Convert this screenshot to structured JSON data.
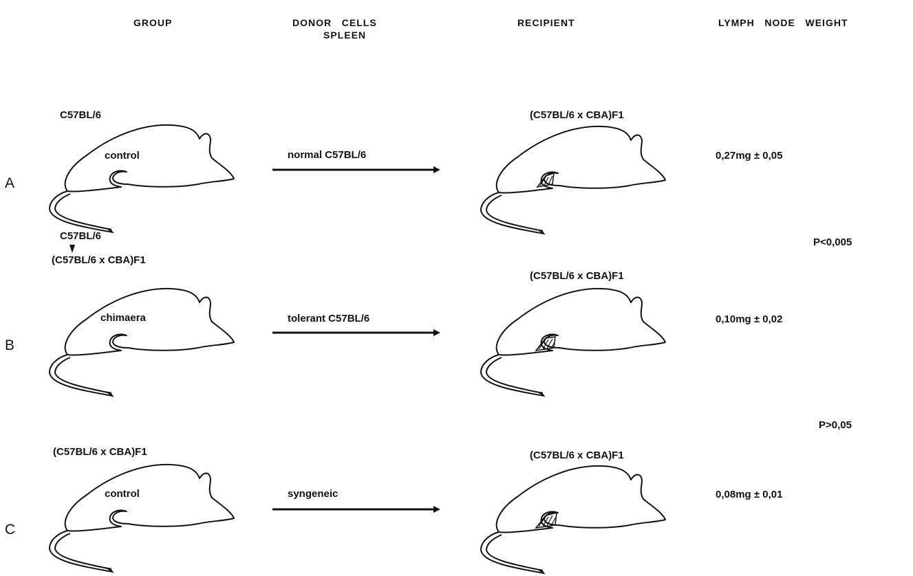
{
  "headers": {
    "group": "GROUP",
    "donor_line1": "DONOR   CELLS",
    "donor_line2": "SPLEEN",
    "recipient": "RECIPIENT",
    "lymph": "LYMPH   NODE   WEIGHT"
  },
  "rows": [
    {
      "label": "A",
      "group_top": "C57BL/6",
      "mouse_text": "control",
      "donor_cells": "normal C57BL/6",
      "recipient": "(C57BL/6 x CBA)F1",
      "weight": "0,27mg ± 0,05"
    },
    {
      "label": "B",
      "group_top": "C57BL/6",
      "group_second": "(C57BL/6 x CBA)F1",
      "mouse_text": "chimaera",
      "donor_cells": "tolerant C57BL/6",
      "recipient": "(C57BL/6 x CBA)F1",
      "weight": "0,10mg ± 0,02"
    },
    {
      "label": "C",
      "group_top": "(C57BL/6 x CBA)F1",
      "mouse_text": "control",
      "donor_cells": "syngeneic",
      "recipient": "(C57BL/6 x CBA)F1",
      "weight": "0,08mg ± 0,01"
    }
  ],
  "p_values": {
    "a_vs_b": "P<0,005",
    "b_vs_c": "P>0,05"
  }
}
